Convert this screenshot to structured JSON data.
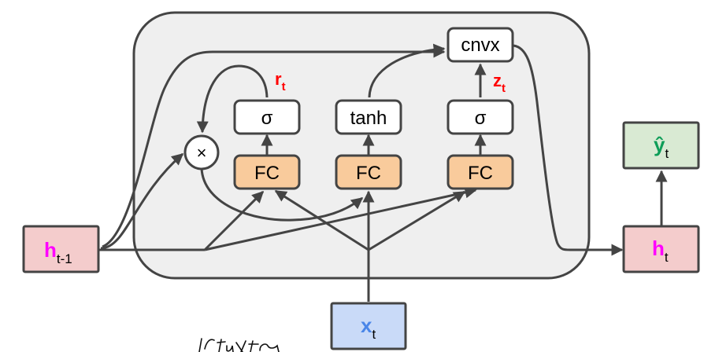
{
  "title": "GRU cell diagram (reset gate, update gate, convex combination)",
  "colors": {
    "cell_background": "#efefef",
    "fc_fill": "#f9cb9c",
    "hidden_fill": "#f4cccc",
    "input_fill": "#c9daf8",
    "output_fill": "#d9ead3",
    "hidden_var_color": "#ff00ff",
    "input_var_color": "#4a86e8",
    "output_var_color": "#0f9d58",
    "gate_label_color": "#ff0000",
    "edge_color": "#444444"
  },
  "nodes": {
    "h_prev": {
      "main": "h",
      "sub": "t-1"
    },
    "h_t": {
      "main": "h",
      "sub": "t"
    },
    "x_t": {
      "main": "x",
      "sub": "t"
    },
    "y_hat": {
      "main": "ŷ",
      "sub": "t"
    },
    "multiply": {
      "label": "×"
    },
    "reset_fc": {
      "label": "FC"
    },
    "candidate_fc": {
      "label": "FC"
    },
    "update_fc": {
      "label": "FC"
    },
    "reset_sigma": {
      "label": "σ"
    },
    "candidate_tanh": {
      "label": "tanh"
    },
    "update_sigma": {
      "label": "σ"
    },
    "cnvx": {
      "label": "cnvx"
    }
  },
  "gate_labels": {
    "reset": {
      "main": "r",
      "sub": "t"
    },
    "update": {
      "main": "z",
      "sub": "t"
    }
  },
  "handwriting": "Kfu Ye"
}
